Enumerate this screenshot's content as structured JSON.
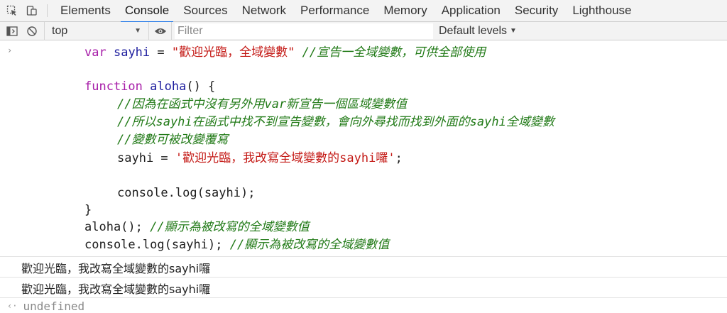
{
  "devtools": {
    "tabs": [
      "Elements",
      "Console",
      "Sources",
      "Network",
      "Performance",
      "Memory",
      "Application",
      "Security",
      "Lighthouse"
    ],
    "active_tab": "Console"
  },
  "toolbar": {
    "context_value": "top",
    "filter_placeholder": "Filter",
    "levels_label": "Default levels"
  },
  "code": {
    "line1": {
      "kw": "var",
      "name": "sayhi",
      "eq": " = ",
      "str": "\"歡迎光臨，全域變數\"",
      "comment": "//宣告一全域變數，可供全部使用"
    },
    "line2": {
      "kw": "function",
      "name": "aloha",
      "rest": "() {"
    },
    "comment1": "//因為在函式中沒有另外用var新宣告一個區域變數值",
    "comment2": "//所以sayhi在函式中找不到宣告變數，會向外尋找而找到外面的sayhi全域變數",
    "comment3": "//變數可被改變覆寫",
    "assign": {
      "name": "sayhi",
      "eq": " = ",
      "str": "'歡迎光臨，我改寫全域變數的sayhi囉'",
      "end": ";"
    },
    "log_call": "console.log(sayhi);",
    "close_brace": "}",
    "call_line": {
      "code": "aloha();",
      "comment": "//顯示為被改寫的全域變數值"
    },
    "log_line": {
      "code": "console.log(sayhi);",
      "comment": "//顯示為被改寫的全域變數值"
    }
  },
  "output": [
    "歡迎光臨，我改寫全域變數的sayhi囉",
    "歡迎光臨，我改寫全域變數的sayhi囉"
  ],
  "result": "undefined",
  "colors": {
    "keyword": "#a71da8",
    "variable": "#1d1d9e",
    "string": "#c41a16",
    "comment": "#217a17",
    "tab_indicator": "#1a73e8"
  }
}
